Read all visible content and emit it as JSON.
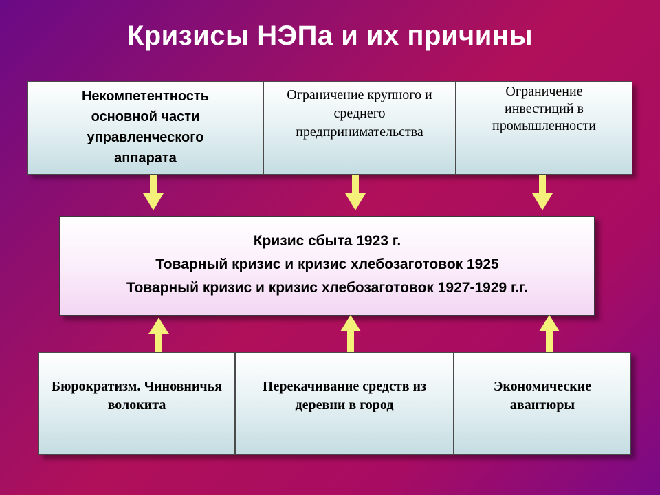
{
  "title": "Кризисы НЭПа и их причины",
  "causes_top": [
    "Некомпетентность основной части управленческого аппарата",
    "Ограничение крупного и среднего предпринимательства",
    "Ограничение инвестиций в промышленности"
  ],
  "crises": [
    "Кризис сбыта 1923 г.",
    "Товарный кризис и кризис хлебозаготовок 1925",
    "Товарный кризис и кризис хлебозаготовок 1927-1929 г.г."
  ],
  "causes_bottom": [
    "Бюрократизм. Чиновничья волокита",
    "Перекачивание средств из деревни в город",
    "Экономические авантюры"
  ],
  "colors": {
    "arrow": "#f5f07a",
    "text": "#000000",
    "title": "#ffffff"
  }
}
